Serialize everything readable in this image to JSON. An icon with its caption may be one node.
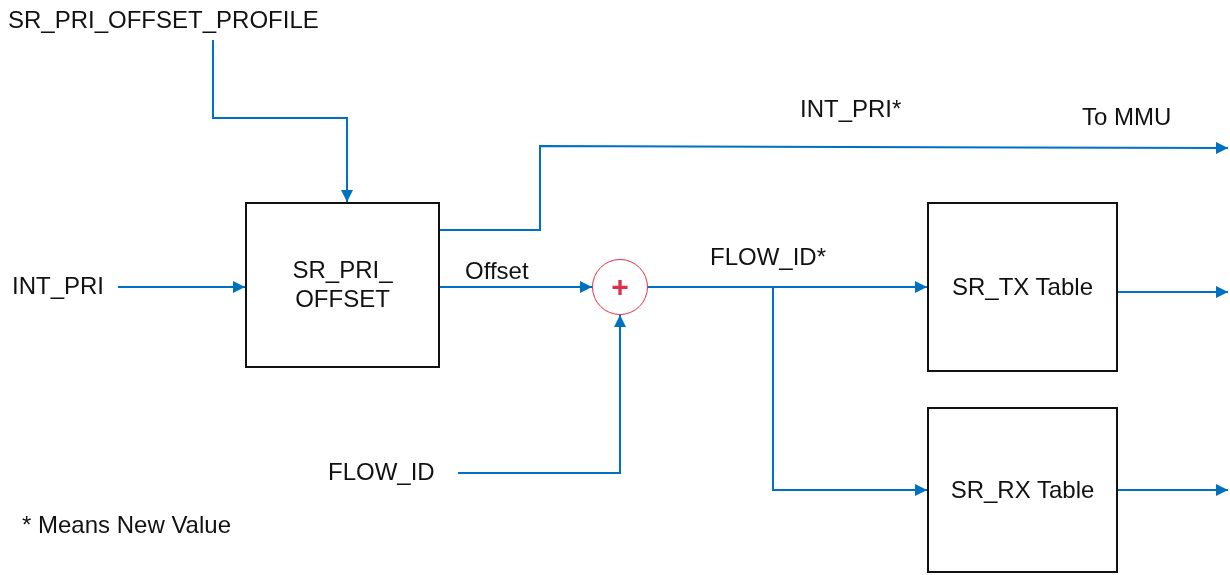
{
  "diagram": {
    "nodes": [
      {
        "text": [
          "SR_PRI_OFFSET_PROFILE"
        ]
      },
      {
        "text": [
          "INT_PRI"
        ]
      },
      {
        "text": [
          "SR_PRI_ OFFSET"
        ]
      },
      {
        "text": [
          "+"
        ]
      },
      {
        "text": [
          "FLOW_ID"
        ]
      },
      {
        "text": [
          "SR_TX Table"
        ]
      },
      {
        "text": [
          "SR_RX Table"
        ]
      }
    ],
    "edges": [
      {
        "from": 0,
        "to": 2,
        "arrow": "to"
      },
      {
        "from": 1,
        "to": 2,
        "arrow": "to"
      },
      {
        "from": 2,
        "to": null,
        "arrow": "to",
        "label": "INT_PRI*"
      },
      {
        "from": 2,
        "to": 3,
        "arrow": "to",
        "label": "Offset"
      },
      {
        "from": 4,
        "to": 3,
        "arrow": "to"
      },
      {
        "from": 3,
        "to": 5,
        "arrow": "to",
        "label": "FLOW_ID*"
      },
      {
        "from": 3,
        "to": 6,
        "arrow": "to"
      },
      {
        "from": 5,
        "to": null,
        "arrow": "to"
      },
      {
        "from": 6,
        "to": null,
        "arrow": "to"
      }
    ],
    "labels": [
      "To MMU",
      "* Means New Value"
    ]
  }
}
